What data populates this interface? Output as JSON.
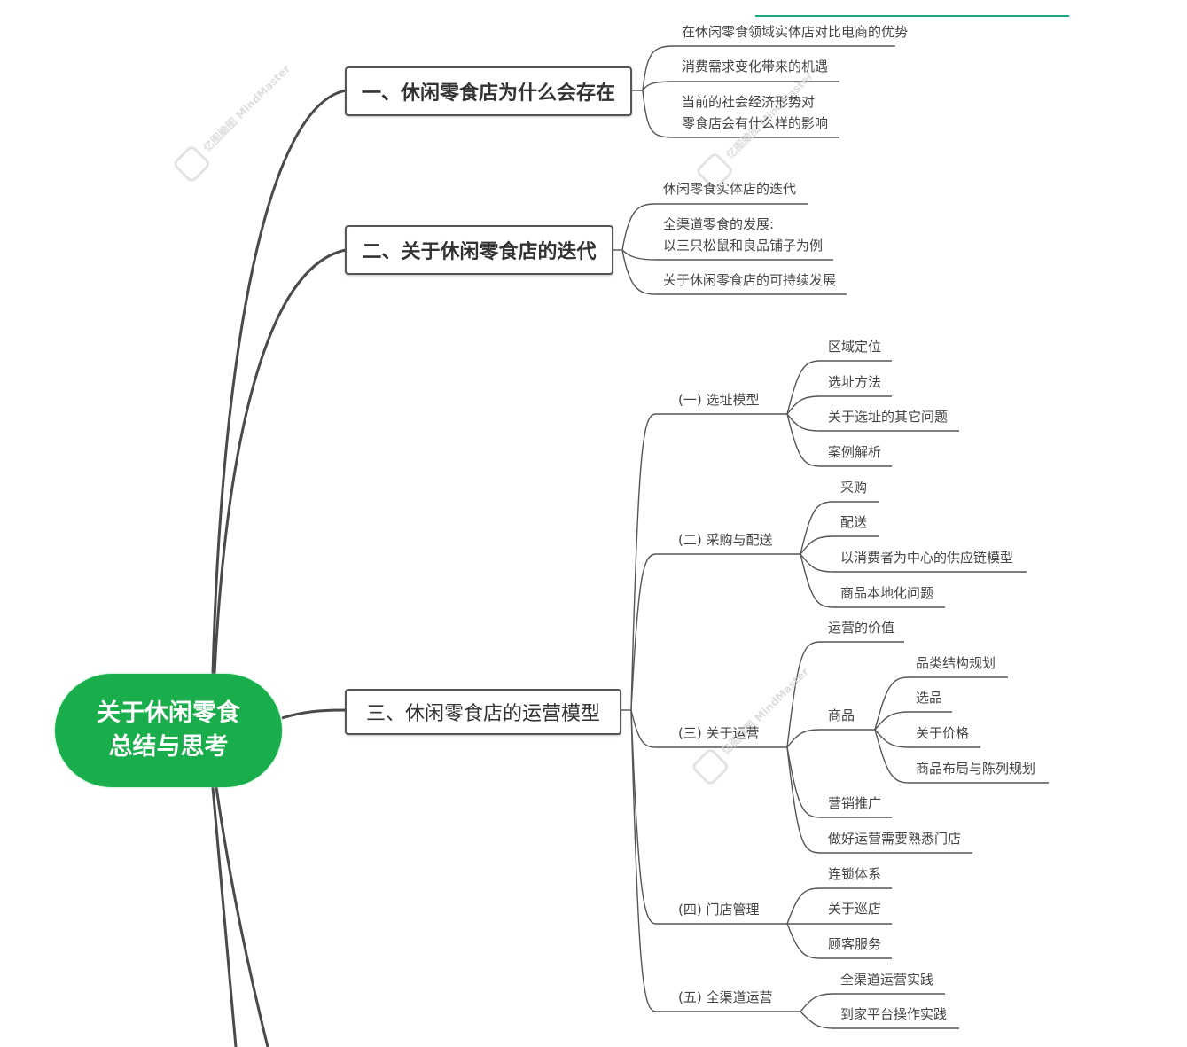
{
  "colors": {
    "central_fill": "#1aad4b",
    "line": "#555555",
    "accent_top_bar": "#19a887"
  },
  "watermark": {
    "brand_cn": "亿图脑图",
    "brand_en": "MindMaster"
  },
  "central": {
    "line1": "关于休闲零食",
    "line2": "总结与思考"
  },
  "branches": [
    {
      "label": "一、休闲零食店为什么会存在",
      "children": [
        {
          "label": "在休闲零食领域实体店对比电商的优势"
        },
        {
          "label": "消费需求变化带来的机遇"
        },
        {
          "line1": "当前的社会经济形势对",
          "line2": "零食店会有什么样的影响"
        }
      ]
    },
    {
      "label": "二、关于休闲零食店的迭代",
      "children": [
        {
          "label": "休闲零食实体店的迭代"
        },
        {
          "line1": "全渠道零食的发展:",
          "line2": "以三只松鼠和良品铺子为例"
        },
        {
          "label": "关于休闲零食店的可持续发展"
        }
      ]
    },
    {
      "label": "三、休闲零食店的运营模型",
      "children": [
        {
          "label": "(一) 选址模型",
          "children": [
            "区域定位",
            "选址方法",
            "关于选址的其它问题",
            "案例解析"
          ]
        },
        {
          "label": "(二) 采购与配送",
          "children": [
            "采购",
            "配送",
            "以消费者为中心的供应链模型",
            "商品本地化问题"
          ]
        },
        {
          "label": "(三) 关于运营",
          "children": [
            "运营的价值",
            "商品",
            "营销推广",
            "做好运营需要熟悉门店"
          ],
          "goods_children": [
            "品类结构规划",
            "选品",
            "关于价格",
            "商品布局与陈列规划"
          ]
        },
        {
          "label": "(四) 门店管理",
          "children": [
            "连锁体系",
            "关于巡店",
            "顾客服务"
          ]
        },
        {
          "label": "(五) 全渠道运营",
          "children": [
            "全渠道运营实践",
            "到家平台操作实践"
          ]
        }
      ]
    }
  ]
}
